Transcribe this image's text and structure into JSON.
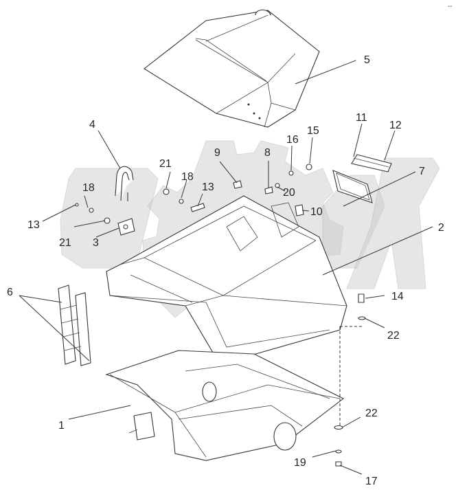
{
  "corner_mark": "--",
  "callouts": [
    {
      "id": "c1",
      "text": "1"
    },
    {
      "id": "c2",
      "text": "2"
    },
    {
      "id": "c3",
      "text": "3"
    },
    {
      "id": "c4",
      "text": "4"
    },
    {
      "id": "c5",
      "text": "5"
    },
    {
      "id": "c6",
      "text": "6"
    },
    {
      "id": "c7",
      "text": "7"
    },
    {
      "id": "c8",
      "text": "8"
    },
    {
      "id": "c9",
      "text": "9"
    },
    {
      "id": "c10",
      "text": "10"
    },
    {
      "id": "c11",
      "text": "11"
    },
    {
      "id": "c12",
      "text": "12"
    },
    {
      "id": "c13a",
      "text": "13"
    },
    {
      "id": "c13b",
      "text": "13"
    },
    {
      "id": "c14",
      "text": "14"
    },
    {
      "id": "c15",
      "text": "15"
    },
    {
      "id": "c16",
      "text": "16"
    },
    {
      "id": "c17",
      "text": "17"
    },
    {
      "id": "c18a",
      "text": "18"
    },
    {
      "id": "c18b",
      "text": "18"
    },
    {
      "id": "c19",
      "text": "19"
    },
    {
      "id": "c20",
      "text": "20"
    },
    {
      "id": "c21a",
      "text": "21"
    },
    {
      "id": "c21b",
      "text": "21"
    },
    {
      "id": "c22a",
      "text": "22"
    },
    {
      "id": "c22b",
      "text": "22"
    }
  ]
}
